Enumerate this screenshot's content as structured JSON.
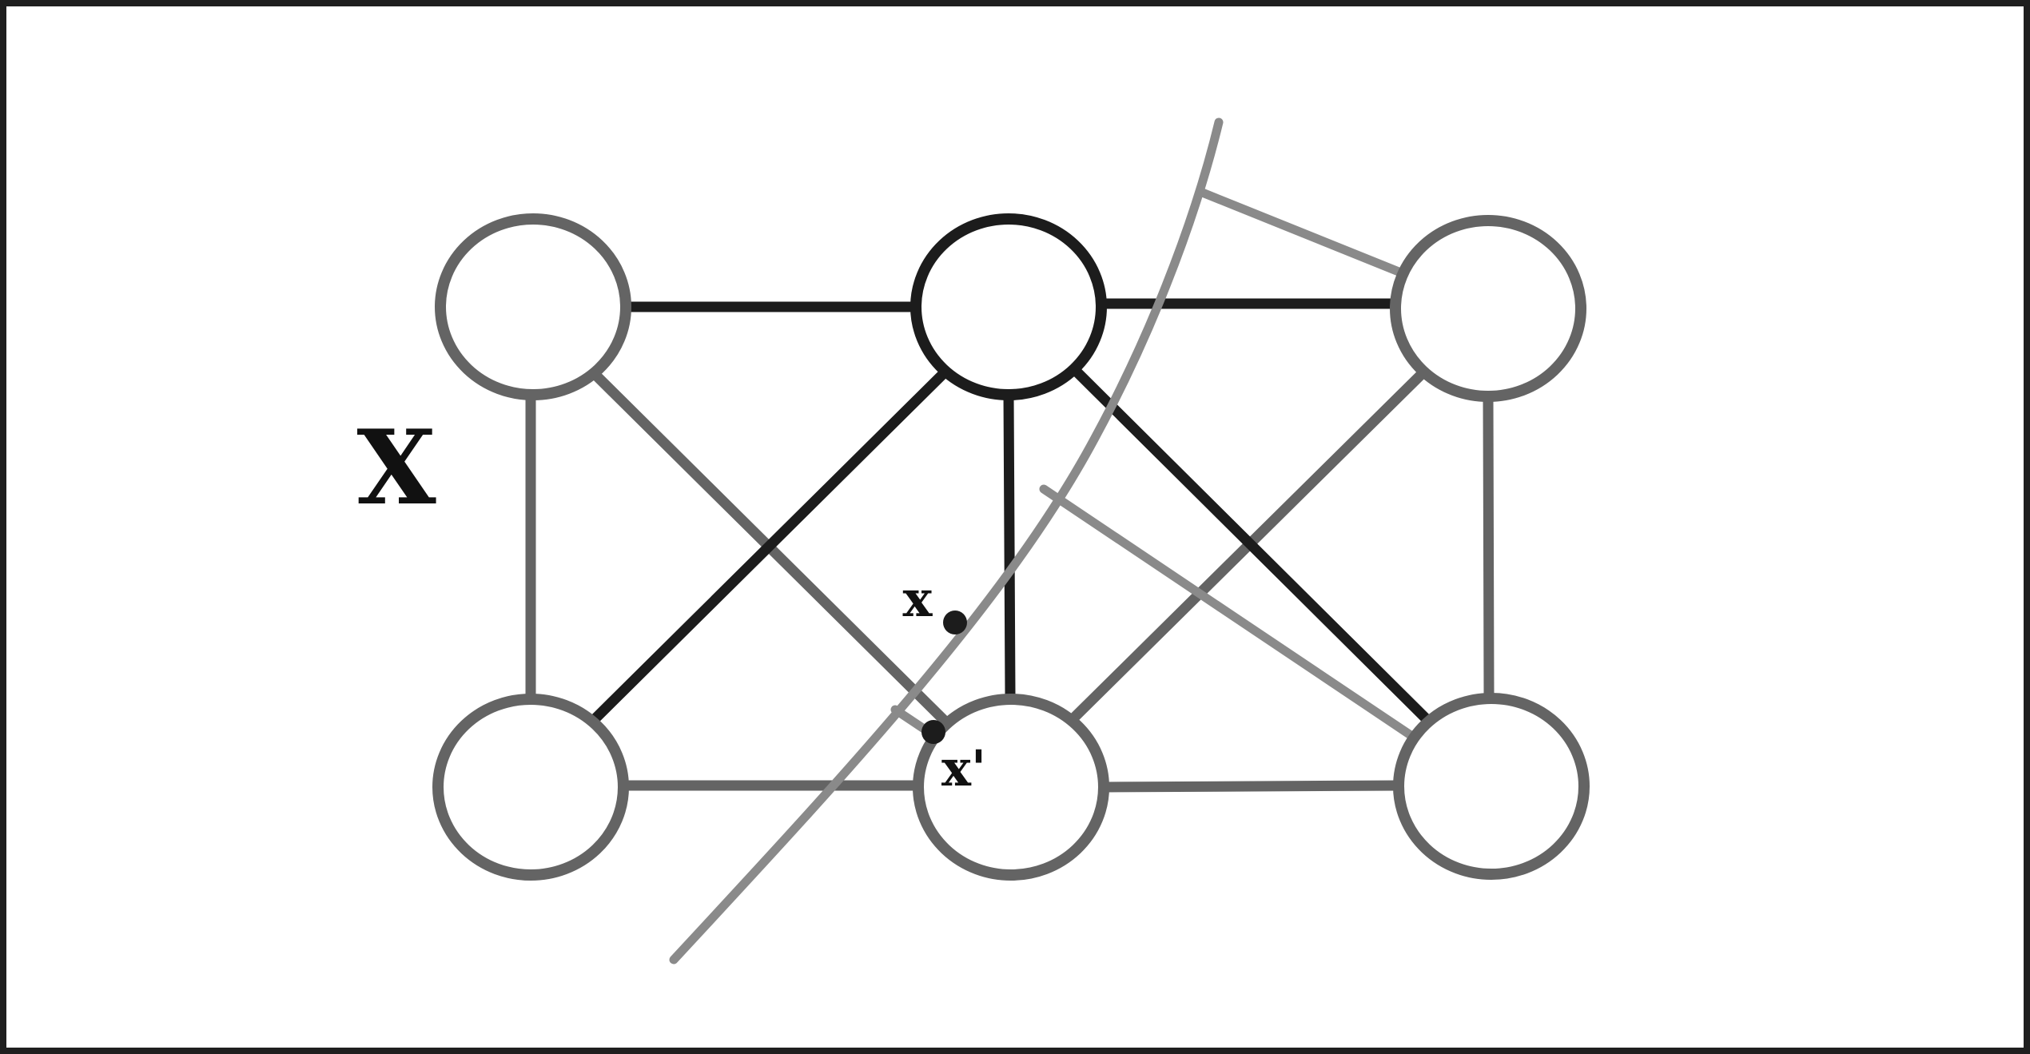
{
  "diagram": {
    "labels": {
      "space": "X",
      "point": "x",
      "point_prime": "x'"
    },
    "nodes": [
      "n1",
      "n2",
      "n3",
      "n4",
      "n5",
      "n6"
    ],
    "edges": [
      {
        "from": "n1",
        "to": "n2",
        "tone": "dark"
      },
      {
        "from": "n2",
        "to": "n3",
        "tone": "dark"
      },
      {
        "from": "n2",
        "to": "n4",
        "tone": "dark"
      },
      {
        "from": "n2",
        "to": "n5",
        "tone": "dark"
      },
      {
        "from": "n2",
        "to": "n6",
        "tone": "dark"
      },
      {
        "from": "n1",
        "to": "n4",
        "tone": "mid"
      },
      {
        "from": "n1",
        "to": "n5",
        "tone": "mid"
      },
      {
        "from": "n3",
        "to": "n5",
        "tone": "mid"
      },
      {
        "from": "n3",
        "to": "n6",
        "tone": "mid"
      },
      {
        "from": "n4",
        "to": "n5",
        "tone": "mid"
      },
      {
        "from": "n5",
        "to": "n6",
        "tone": "mid"
      }
    ],
    "colors": {
      "border": "#1f1f1f",
      "dark": "#1c1c1c",
      "mid": "#646464",
      "light": "#8a8a8a",
      "point": "#1c1c1c"
    }
  }
}
